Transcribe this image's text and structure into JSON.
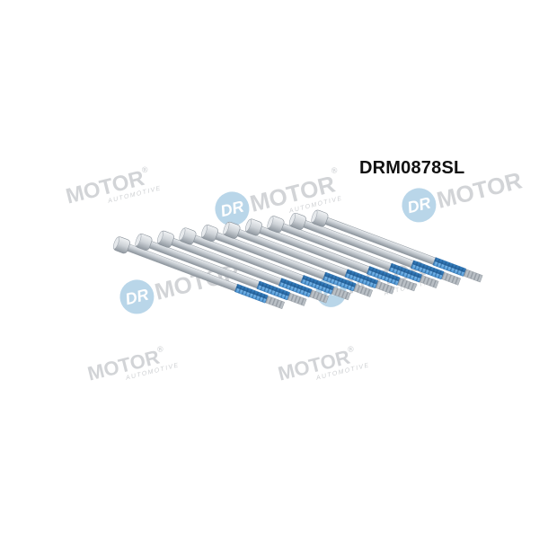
{
  "product": {
    "code": "DRM0878SL",
    "bolt_count": 10,
    "colors": {
      "shank": "#c7ccd1",
      "shank_shadow": "#8e969e",
      "thread_lock": "#3f8fd2",
      "head": "#d4d8dc"
    }
  },
  "watermark": {
    "brand": "MOTOR",
    "badge": "DR",
    "tagline": "AUTOMOTIVE",
    "reg": "®",
    "accent": "#4a95c6"
  }
}
